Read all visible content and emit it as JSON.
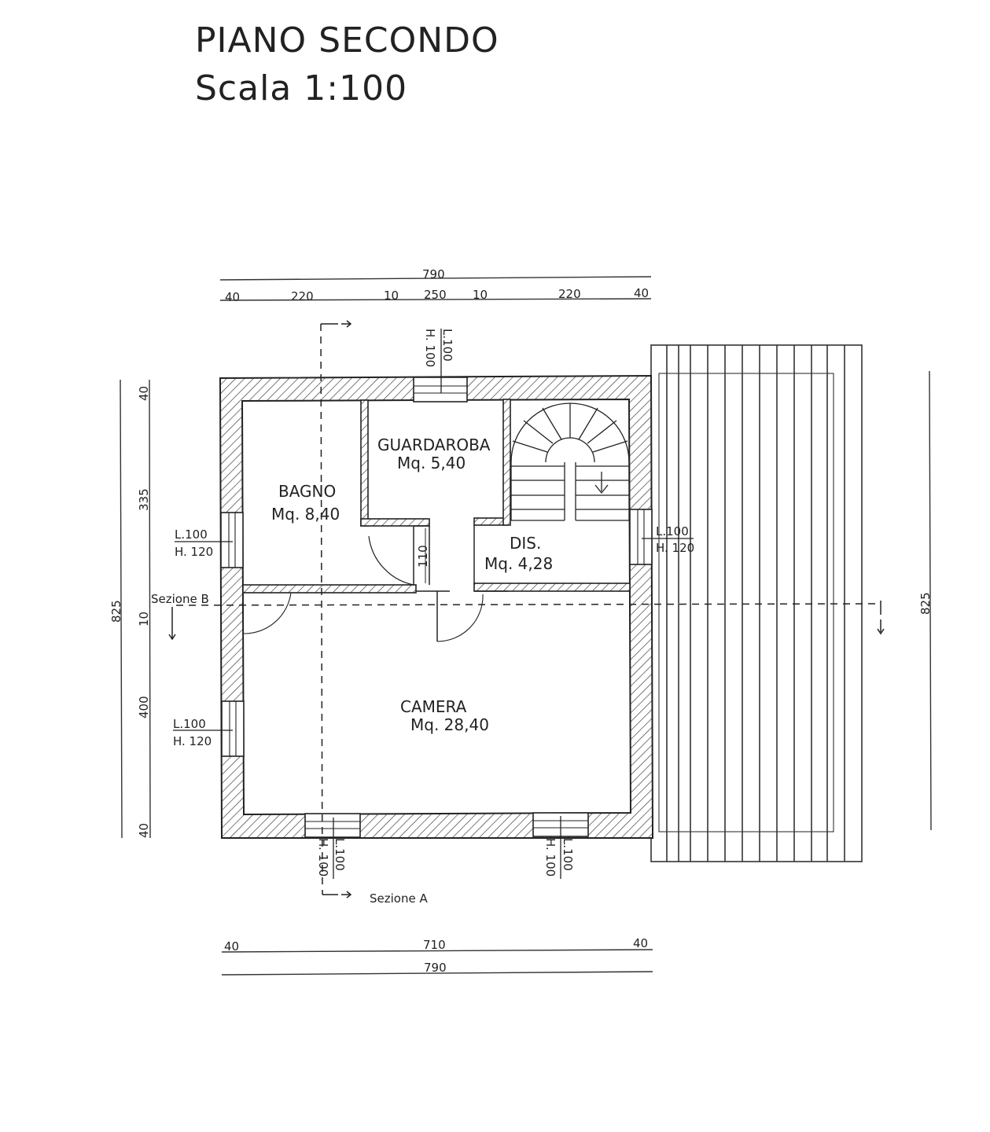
{
  "title": {
    "line1": "PIANO SECONDO",
    "line2": "Scala 1:100"
  },
  "dimensions": {
    "top_total": "790",
    "top_parts": [
      "40",
      "220",
      "10",
      "250",
      "10",
      "220",
      "40"
    ],
    "bottom_parts": [
      "40",
      "710",
      "40"
    ],
    "bottom_total": "790",
    "left_total": "825",
    "left_parts": [
      "40",
      "335",
      "10",
      "400",
      "40"
    ],
    "right_total": "825",
    "internal_door": "110"
  },
  "rooms": {
    "bagno": {
      "name": "BAGNO",
      "area": "Mq. 8,40"
    },
    "guardaroba": {
      "name": "GUARDAROBA",
      "area": "Mq. 5,40"
    },
    "dis": {
      "name": "DIS.",
      "area": "Mq. 4,28"
    },
    "camera": {
      "name": "CAMERA",
      "area": "Mq. 28,40"
    }
  },
  "openings": {
    "top": {
      "l": "L.100",
      "h": "H. 100"
    },
    "left_upper": {
      "l": "L.100",
      "h": "H. 120"
    },
    "left_lower": {
      "l": "L.100",
      "h": "H. 120"
    },
    "right": {
      "l": "L.100",
      "h": "H. 120"
    },
    "bottom_left": {
      "l": "L.100",
      "h": "H. 100"
    },
    "bottom_right": {
      "l": "L.100",
      "h": "H. 100"
    }
  },
  "sections": {
    "a": "Sezione A",
    "b": "Sezione B"
  }
}
